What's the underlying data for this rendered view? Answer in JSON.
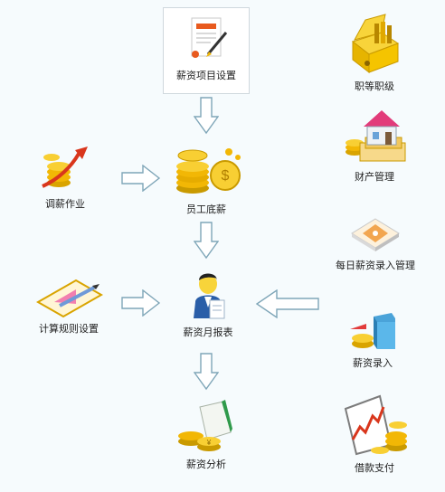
{
  "nodes": {
    "salary_item_setup": "薪资项目设置",
    "job_grade": "职等职级",
    "property_management": "财产管理",
    "salary_adjustment": "调薪作业",
    "base_salary": "员工底薪",
    "daily_salary_entry": "每日薪资录入管理",
    "calc_rule_setup": "计算规则设置",
    "monthly_salary_report": "薪资月报表",
    "salary_entry": "薪资录入",
    "salary_analysis": "薪资分析",
    "loan_payment": "借款支付"
  },
  "colors": {
    "arrow_fill": "#ffffff",
    "arrow_stroke": "#7fa6b8",
    "gold": "#f2b705",
    "background": "#f6fbfd"
  }
}
